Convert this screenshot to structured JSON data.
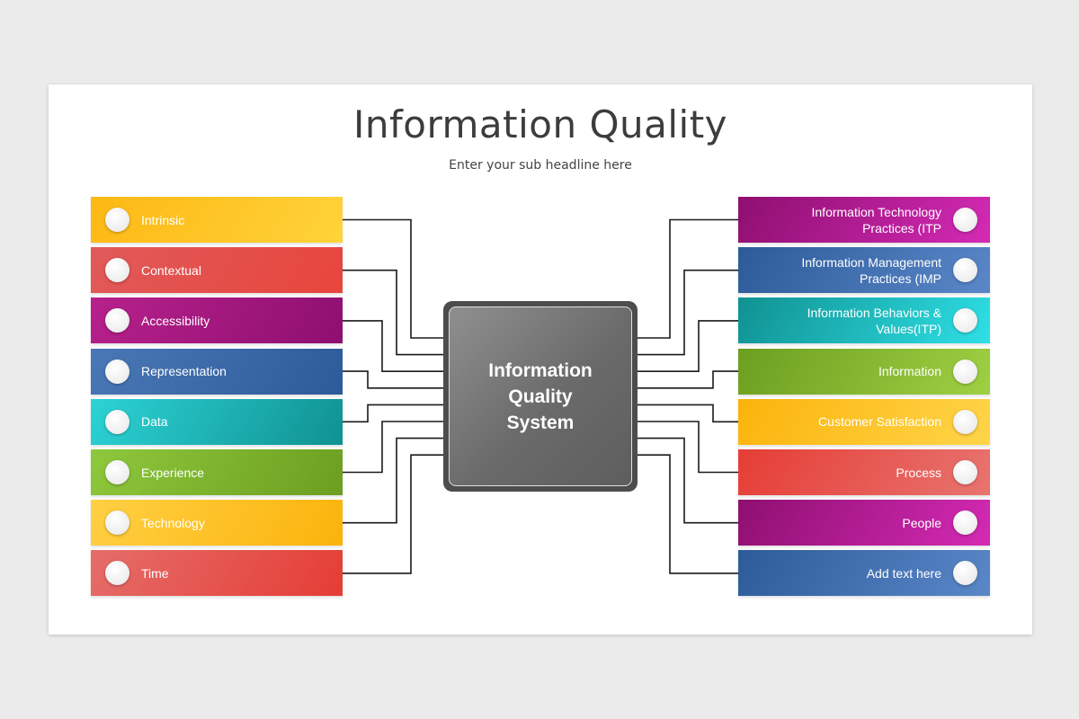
{
  "header": {
    "title": "Information Quality",
    "subtitle": "Enter your sub headline here"
  },
  "center": {
    "label": "Information Quality System",
    "color": "#4d4d4d"
  },
  "left_items": [
    {
      "label": "Intrinsic",
      "colors": [
        "#fdb813",
        "#ffd33a"
      ]
    },
    {
      "label": "Contextual",
      "colors": [
        "#e05a5a",
        "#e8453c"
      ]
    },
    {
      "label": "Accessibility",
      "colors": [
        "#b7218c",
        "#8e0f70"
      ]
    },
    {
      "label": "Representation",
      "colors": [
        "#4a78b7",
        "#2d5a98"
      ]
    },
    {
      "label": "Data",
      "colors": [
        "#2cd3d6",
        "#109191"
      ]
    },
    {
      "label": "Experience",
      "colors": [
        "#8ec83c",
        "#6c9e20"
      ]
    },
    {
      "label": "Technology",
      "colors": [
        "#ffd044",
        "#fbb30b"
      ]
    },
    {
      "label": "Time",
      "colors": [
        "#e56d6a",
        "#e53d35"
      ]
    }
  ],
  "right_items": [
    {
      "label": "Information Technology Practices (ITP",
      "colors": [
        "#8e0f70",
        "#d42ab5"
      ]
    },
    {
      "label": "Information Management Practices (IMP",
      "colors": [
        "#2d5a98",
        "#5a87c8"
      ]
    },
    {
      "label": "Information Behaviors & Values(ITP)",
      "colors": [
        "#109191",
        "#2ee0e6"
      ]
    },
    {
      "label": "Information",
      "colors": [
        "#6c9e20",
        "#9fd043"
      ]
    },
    {
      "label": "Customer Satisfaction",
      "colors": [
        "#fbb30b",
        "#ffd54a"
      ]
    },
    {
      "label": "Process",
      "colors": [
        "#e53d35",
        "#e87470"
      ]
    },
    {
      "label": "People",
      "colors": [
        "#8e0f70",
        "#d42ab5"
      ]
    },
    {
      "label": "Add text here",
      "colors": [
        "#2d5a98",
        "#5a87c8"
      ]
    }
  ]
}
